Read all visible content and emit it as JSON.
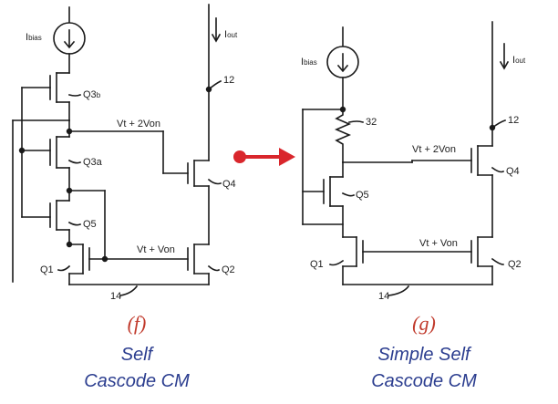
{
  "colors": {
    "wire": "#1a1a1a",
    "arrow": "#d9262c",
    "caption": "#2b3d8f",
    "tag": "#c0392b"
  },
  "f": {
    "ibias_main": "I",
    "ibias_sub": "bias",
    "iout_main": "I",
    "iout_sub": "out",
    "q3b_main": "Q3",
    "q3b_sub": "b",
    "q3a": "Q3a",
    "q5": "Q5",
    "q1": "Q1",
    "q2": "Q2",
    "q4": "Q4",
    "node12": "12",
    "node14": "14",
    "vtop": "Vt + 2Von",
    "vbot": "Vt + Von",
    "tag": "(f)",
    "caption1": "Self",
    "caption2": "Cascode CM"
  },
  "g": {
    "ibias_main": "I",
    "ibias_sub": "bias",
    "iout_main": "I",
    "iout_sub": "out",
    "q5": "Q5",
    "q1": "Q1",
    "q2": "Q2",
    "q4": "Q4",
    "node12": "12",
    "node14": "14",
    "node32": "32",
    "vtop": "Vt + 2Von",
    "vbot": "Vt + Von",
    "tag": "(g)",
    "caption1": "Simple Self",
    "caption2": "Cascode CM"
  }
}
